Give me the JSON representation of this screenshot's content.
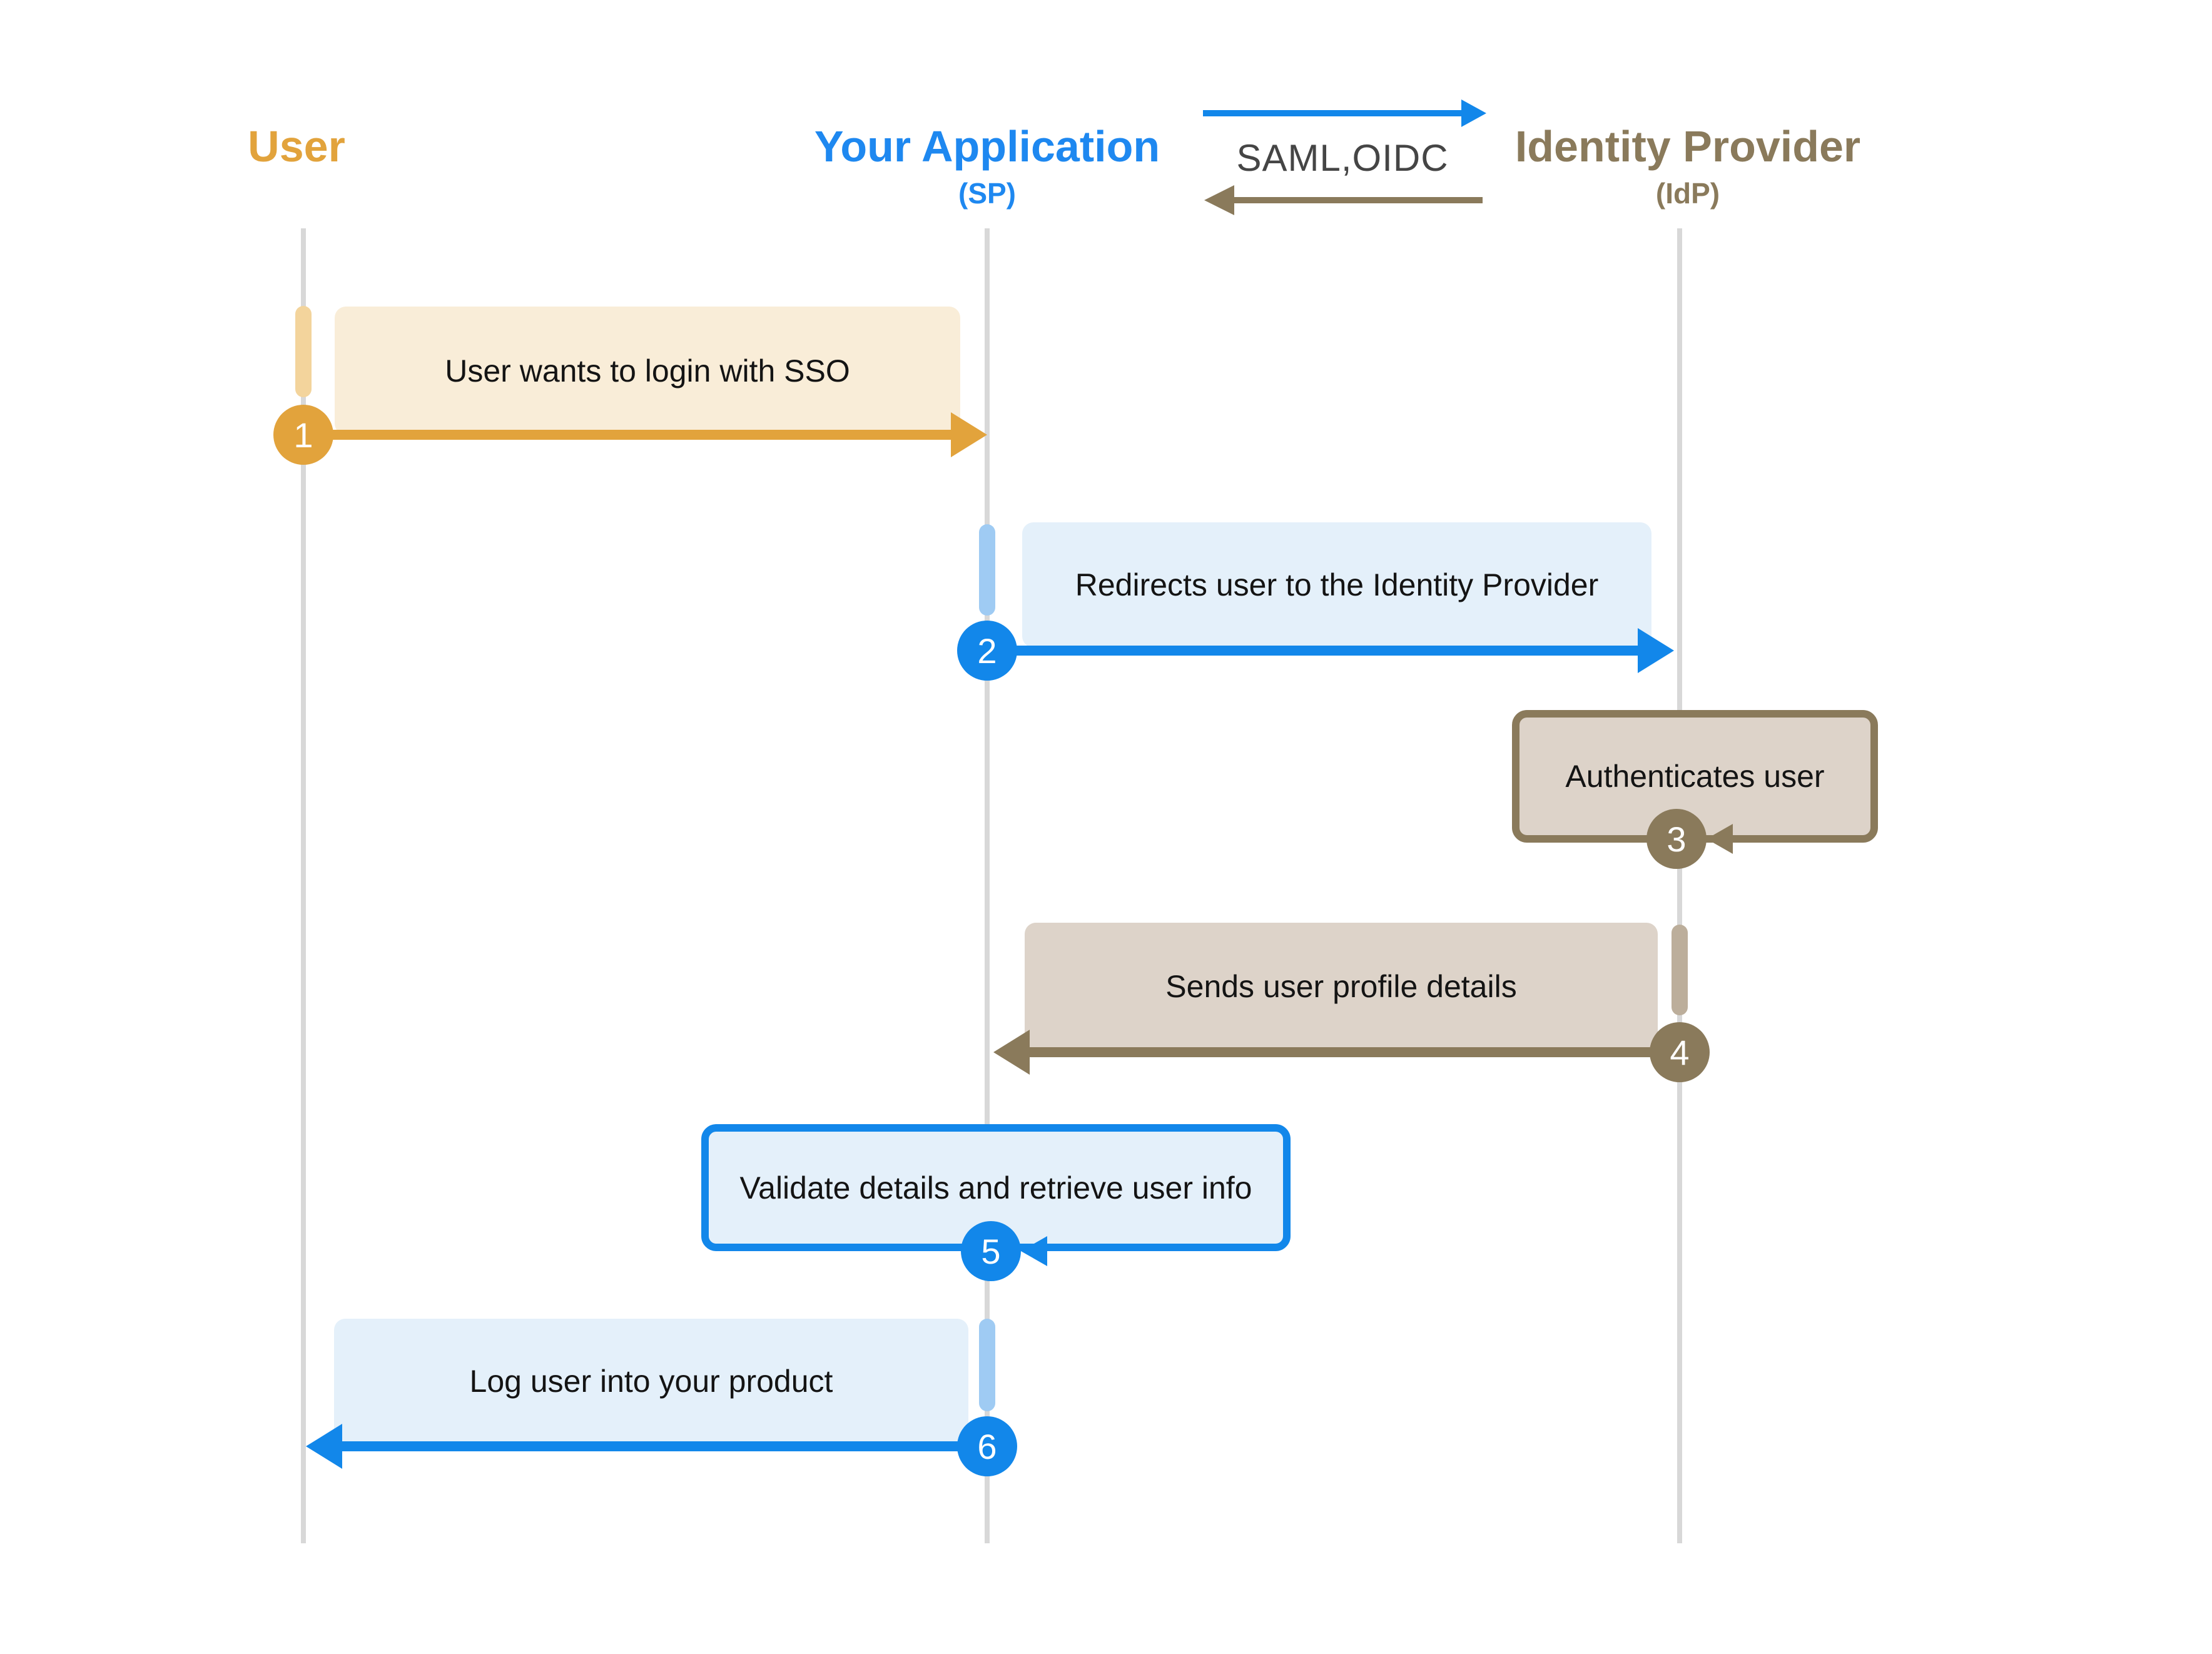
{
  "actors": {
    "user": {
      "name": "User"
    },
    "application": {
      "name": "Your Application",
      "role": "(SP)"
    },
    "identity_provider": {
      "name": "Identity Provider",
      "role": "(IdP)"
    }
  },
  "protocols": {
    "label": "SAML,OIDC"
  },
  "steps": [
    {
      "number": "1",
      "label": "User wants to login with SSO"
    },
    {
      "number": "2",
      "label": "Redirects user to the Identity Provider"
    },
    {
      "number": "3",
      "label": "Authenticates user"
    },
    {
      "number": "4",
      "label": "Sends user profile details"
    },
    {
      "number": "5",
      "label": "Validate details and retrieve user info"
    },
    {
      "number": "6",
      "label": "Log user into your product"
    }
  ],
  "colors": {
    "gold": "#E2A33C",
    "gold_activation": "#F3D49C",
    "cream_box": "#F9EDD8",
    "blue": "#1287EA",
    "blue_activation": "#9FCBF3",
    "pale_blue_box": "#E4F0FA",
    "brown": "#8A7A5B",
    "brown_activation": "#BCAE9B",
    "tan_box": "#DDD3C9",
    "lifeline": "#D8D8D8",
    "protocol_text": "#454545",
    "message_text": "#141414",
    "app_title": "#1E88F0"
  }
}
